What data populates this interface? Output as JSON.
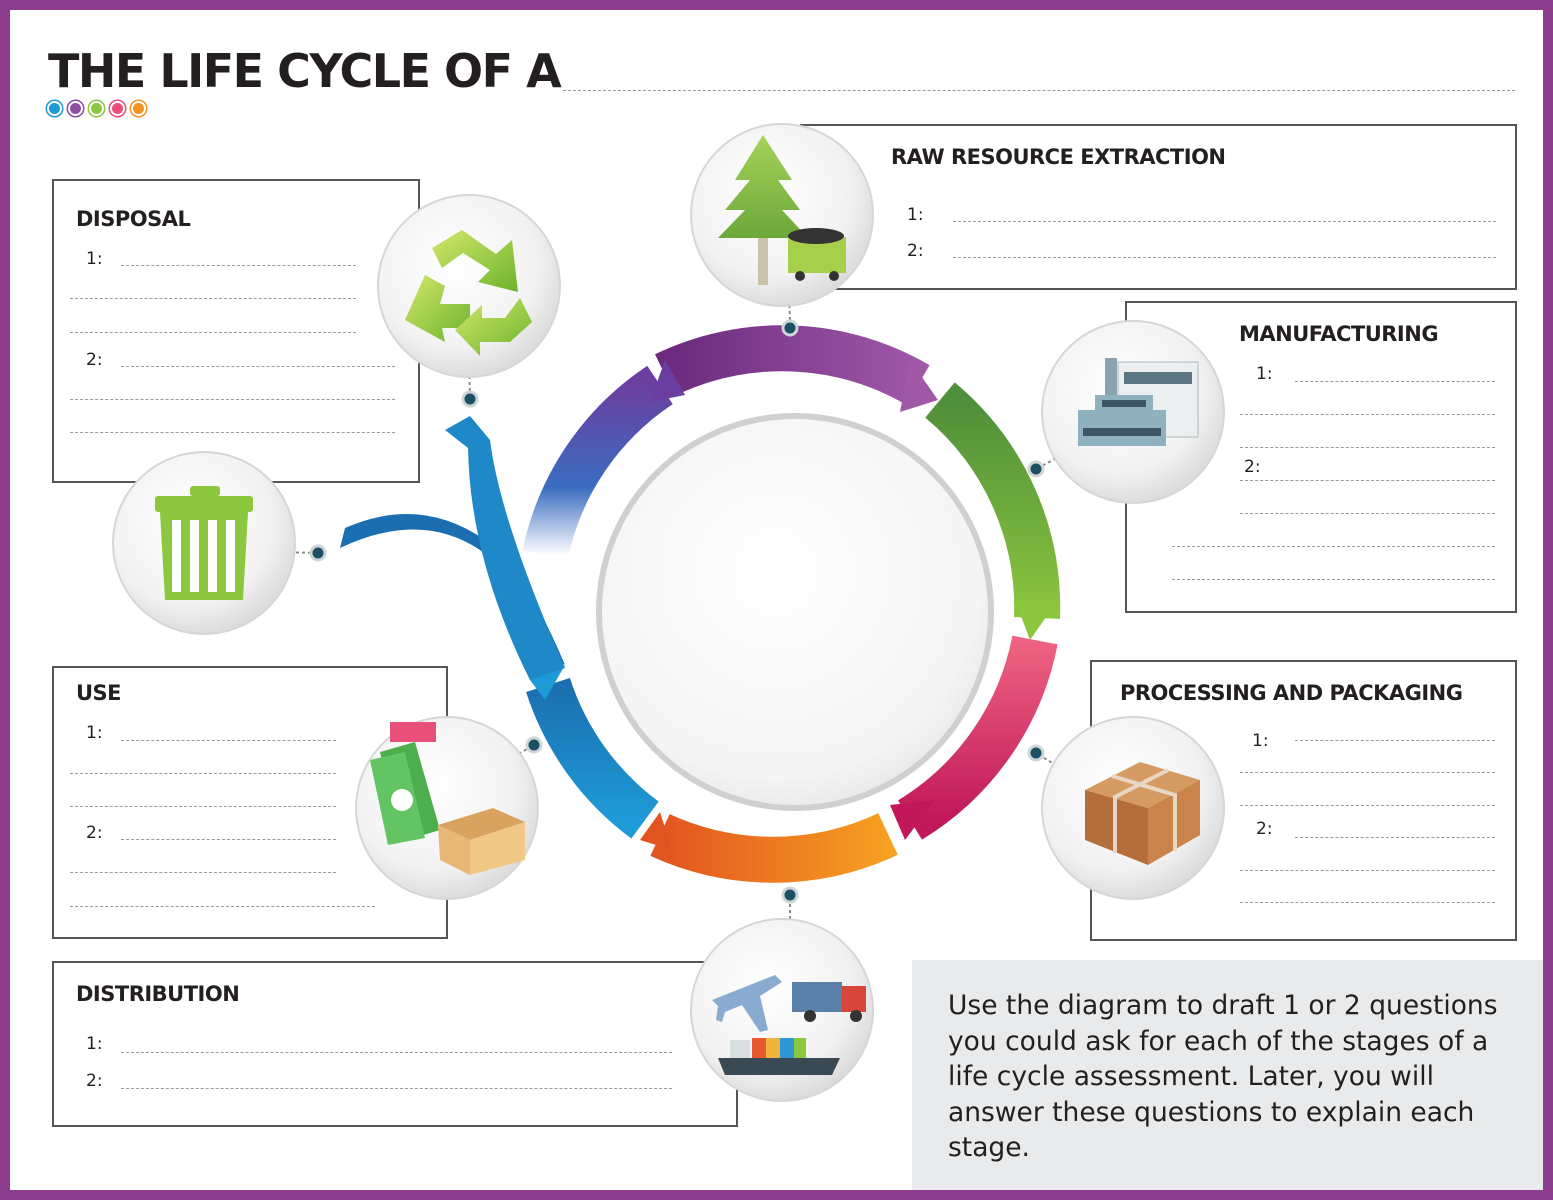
{
  "title": "THE LIFE CYCLE OF A",
  "palette": [
    "#1e9ad6",
    "#8e4fa0",
    "#8dc63f",
    "#e8507a",
    "#f39323"
  ],
  "stages": {
    "raw": {
      "heading": "RAW RESOURCE EXTRACTION",
      "n1": "1:",
      "n2": "2:",
      "icon": "tree-and-ore-cart"
    },
    "manufacturing": {
      "heading": "MANUFACTURING",
      "n1": "1:",
      "n2": "2:",
      "icon": "factory"
    },
    "processing": {
      "heading": "PROCESSING AND PACKAGING",
      "n1": "1:",
      "n2": "2:",
      "icon": "cardboard-box"
    },
    "distribution": {
      "heading": "DISTRIBUTION",
      "n1": "1:",
      "n2": "2:",
      "icon": "plane-truck-ship"
    },
    "use": {
      "heading": "USE",
      "n1": "1:",
      "n2": "2:",
      "icon": "money-and-box"
    },
    "disposal": {
      "heading": "DISPOSAL",
      "n1": "1:",
      "n2": "2:",
      "icon": "recycle-and-trash"
    }
  },
  "callout": "Use the diagram to draft 1 or 2 questions you could ask for each of the stages of a life cycle assessment. Later, you will answer these questions to explain each stage."
}
